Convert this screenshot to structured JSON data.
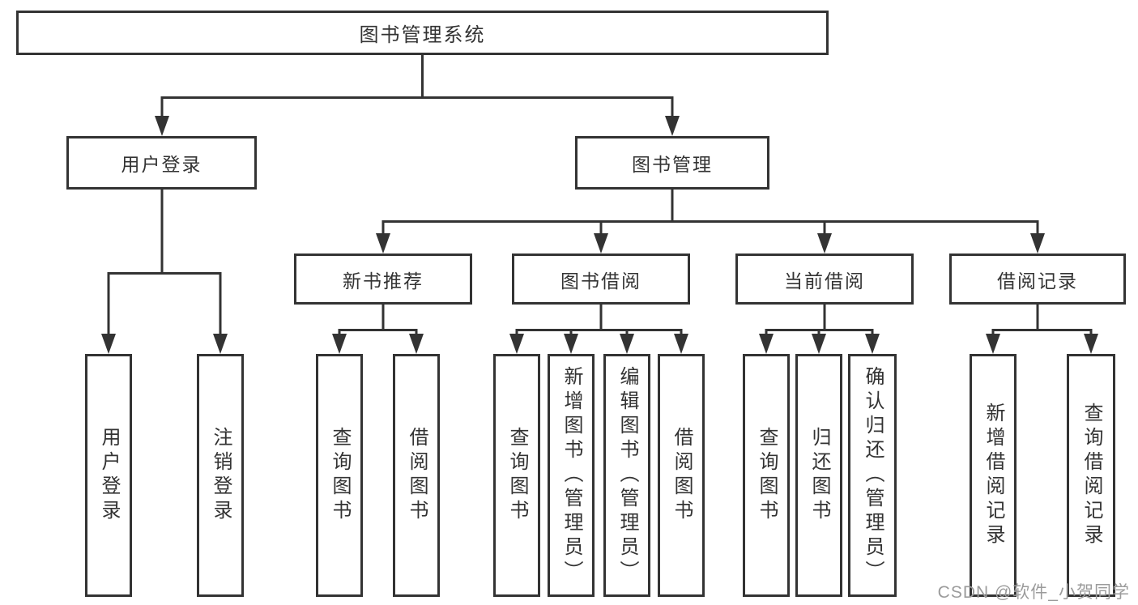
{
  "tree": {
    "root": {
      "label": "图书管理系统"
    },
    "branches": [
      {
        "label": "用户登录",
        "children": [
          {
            "label": "用户登录"
          },
          {
            "label": "注销登录"
          }
        ]
      },
      {
        "label": "图书管理",
        "children": [
          {
            "label": "新书推荐",
            "children": [
              {
                "label": "查询图书"
              },
              {
                "label": "借阅图书"
              }
            ]
          },
          {
            "label": "图书借阅",
            "children": [
              {
                "label": "查询图书"
              },
              {
                "label": "新增图书（管理员）"
              },
              {
                "label": "编辑图书（管理员）"
              },
              {
                "label": "借阅图书"
              }
            ]
          },
          {
            "label": "当前借阅",
            "children": [
              {
                "label": "查询图书"
              },
              {
                "label": "归还图书"
              },
              {
                "label": "确认归还（管理员）"
              }
            ]
          },
          {
            "label": "借阅记录",
            "children": [
              {
                "label": "新增借阅记录"
              },
              {
                "label": "查询借阅记录"
              }
            ]
          }
        ]
      }
    ]
  },
  "watermark": {
    "text": "CSDN @软件_小贺同学"
  },
  "colors": {
    "line": "#333333",
    "box_border": "#333333",
    "text": "#333333",
    "background": "#ffffff",
    "watermark": "#9b9b9b"
  }
}
